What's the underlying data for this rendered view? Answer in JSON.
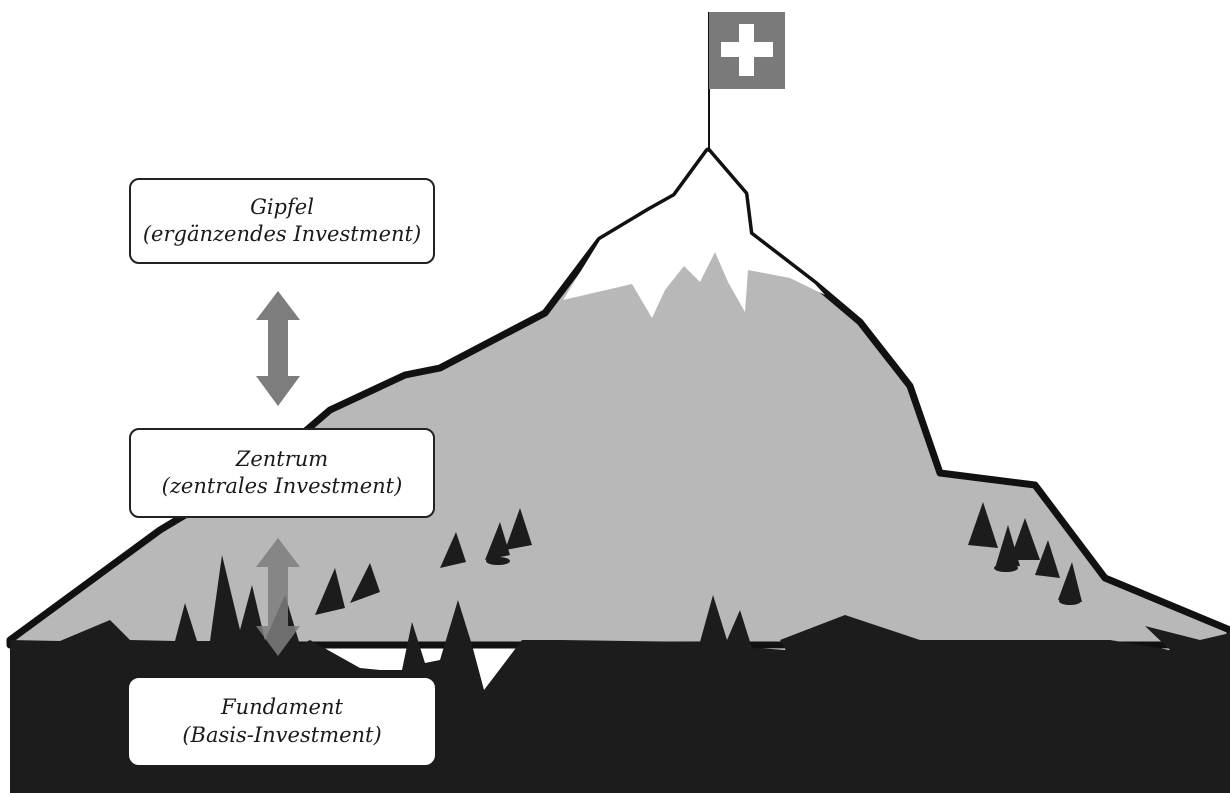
{
  "diagram": {
    "levels": [
      {
        "key": "gipfel",
        "title": "Gipfel",
        "subtitle": "(ergänzendes Investment)"
      },
      {
        "key": "zentrum",
        "title": "Zentrum",
        "subtitle": "(zentrales Investment)"
      },
      {
        "key": "fundament",
        "title": "Fundament",
        "subtitle": "(Basis-Investment)"
      }
    ],
    "flag_icon": "swiss-cross-flag-icon",
    "arrow_icon": "double-headed-vertical-arrow-icon",
    "colors": {
      "mountain_fill": "#b8b8b8",
      "mountain_outline": "#111111",
      "snow": "#ffffff",
      "ground": "#1c1c1c",
      "flag": "#7a7a7a",
      "arrow": "#7d7d7d"
    }
  }
}
